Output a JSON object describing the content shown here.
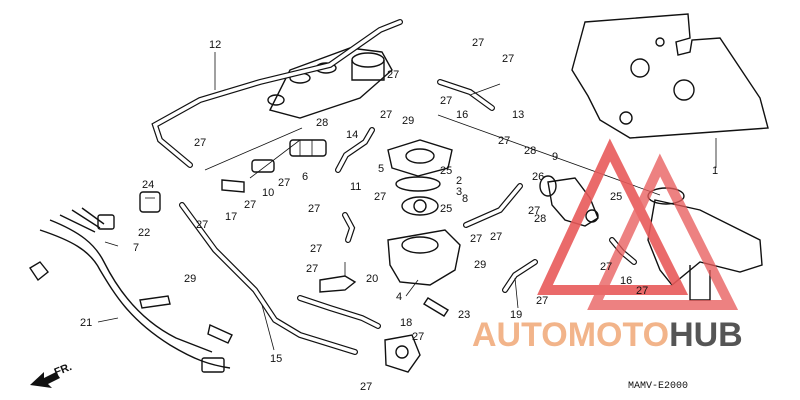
{
  "diagram": {
    "drawing_code": "MAMV-E2000",
    "front_label": "FR.",
    "callouts": [
      "1",
      "2",
      "3",
      "4",
      "5",
      "6",
      "7",
      "8",
      "9",
      "10",
      "11",
      "12",
      "13",
      "14",
      "15",
      "16",
      "17",
      "18",
      "19",
      "20",
      "21",
      "22",
      "23",
      "24",
      "25",
      "26",
      "27",
      "28",
      "29"
    ],
    "watermark": {
      "part_a": "AUTOMOTO",
      "part_b": "HUB",
      "color_a": "#f2b48a",
      "color_b": "#555555",
      "triangle_color": "#e85a5a"
    }
  }
}
